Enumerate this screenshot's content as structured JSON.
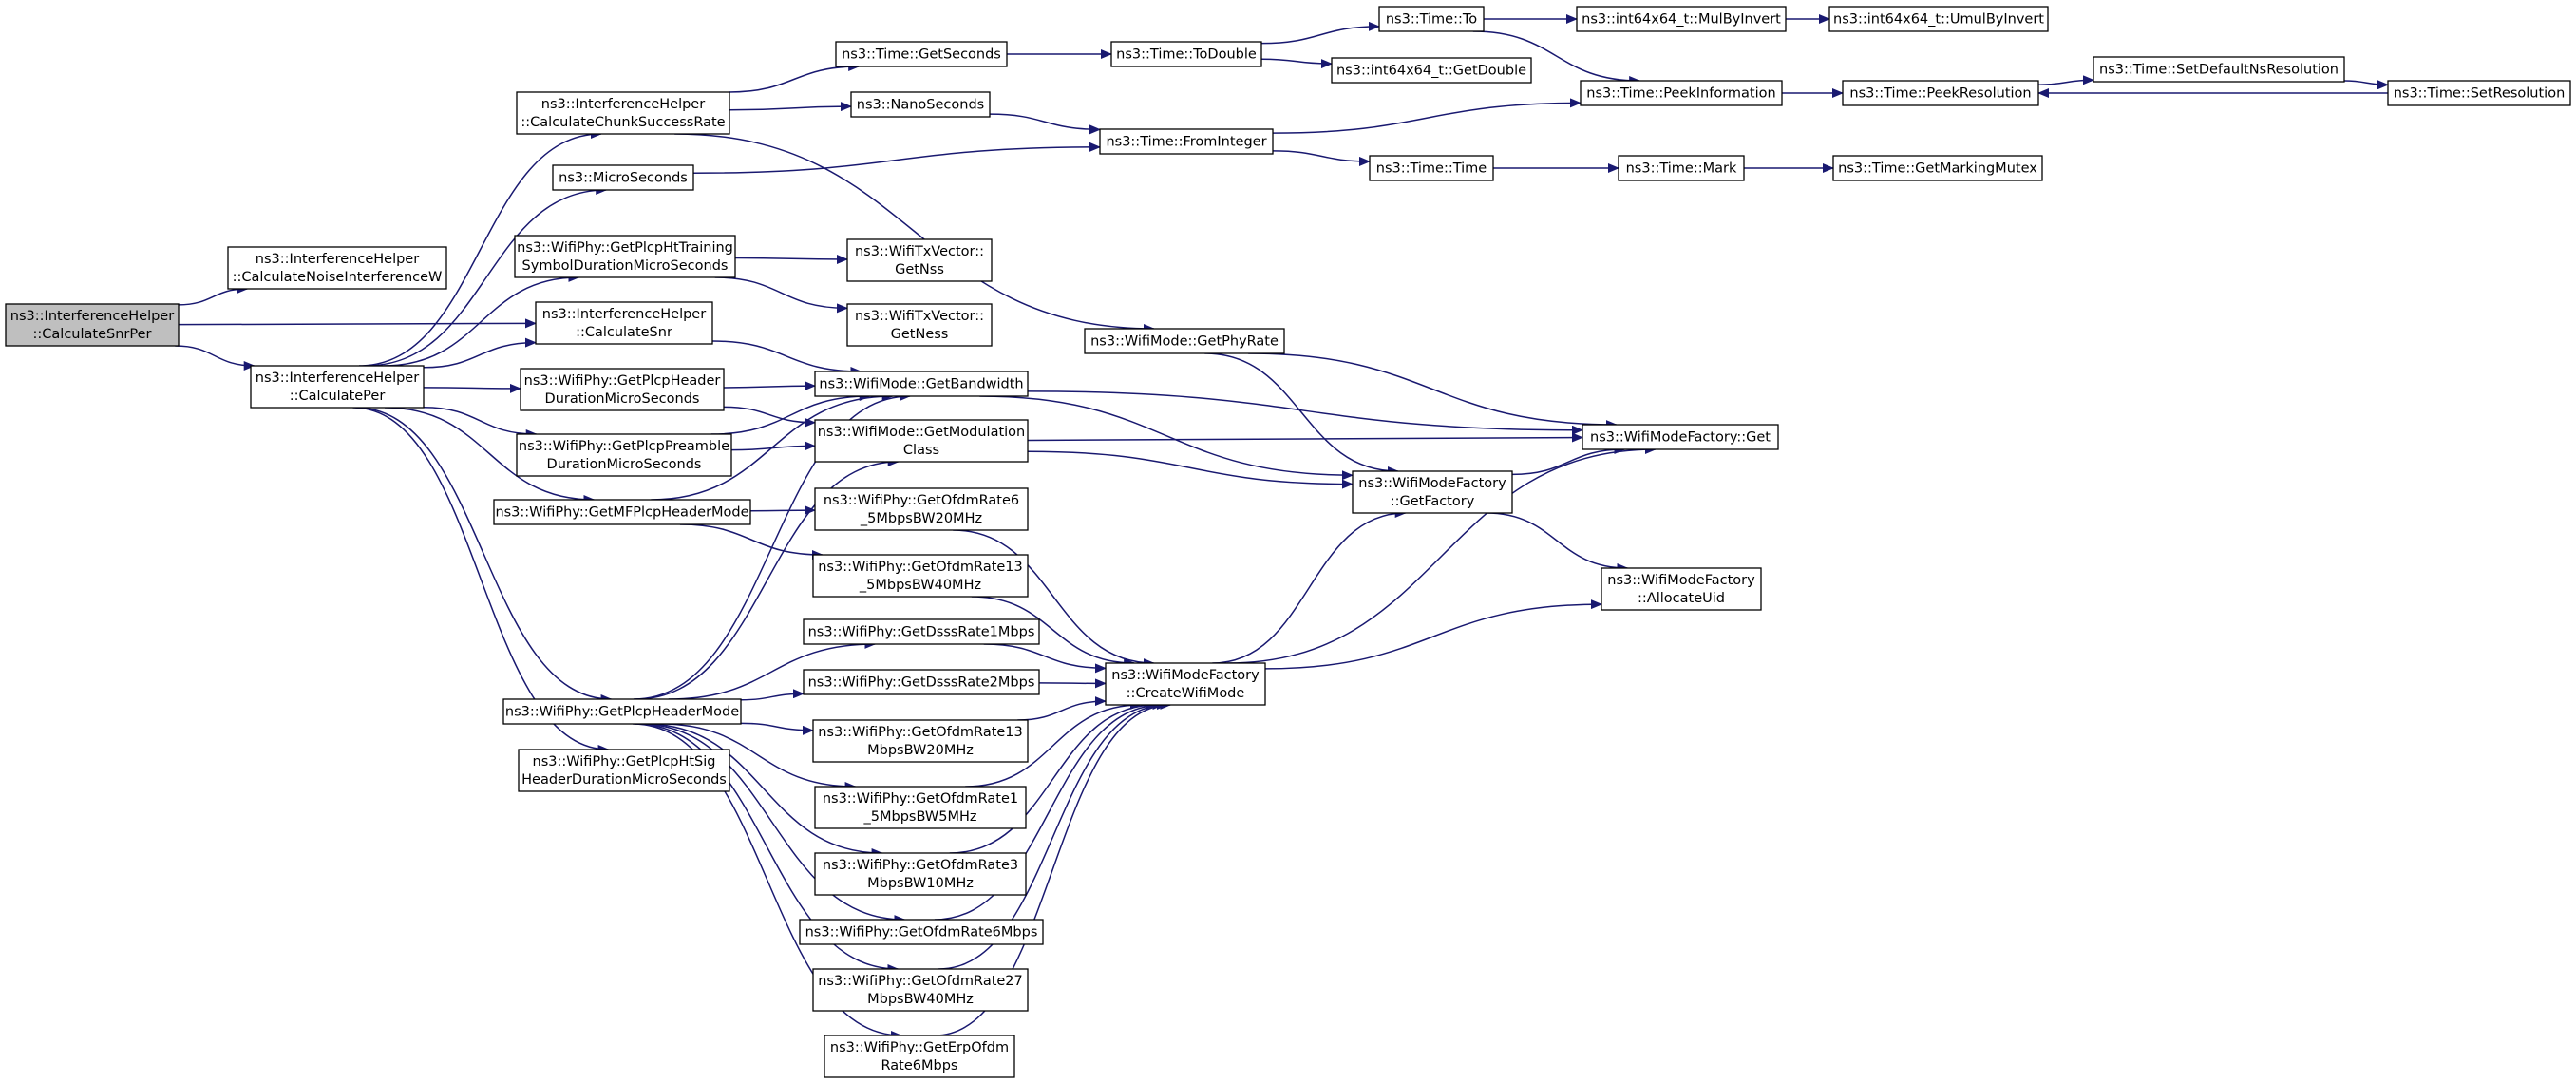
{
  "graph": {
    "edge_color": "#191970",
    "root_fill": "#bfbfbf",
    "nodes": [
      {
        "id": "calcSnrPer",
        "lines": [
          "ns3::InterferenceHelper",
          "::CalculateSnrPer"
        ],
        "root": true
      },
      {
        "id": "calcNoise",
        "lines": [
          "ns3::InterferenceHelper",
          "::CalculateNoiseInterferenceW"
        ]
      },
      {
        "id": "calcSnr",
        "lines": [
          "ns3::InterferenceHelper",
          "::CalculateSnr"
        ]
      },
      {
        "id": "calcPer",
        "lines": [
          "ns3::InterferenceHelper",
          "::CalculatePer"
        ]
      },
      {
        "id": "calcChunk",
        "lines": [
          "ns3::InterferenceHelper",
          "::CalculateChunkSuccessRate"
        ]
      },
      {
        "id": "microSec",
        "lines": [
          "ns3::MicroSeconds"
        ]
      },
      {
        "id": "htTraining",
        "lines": [
          "ns3::WifiPhy::GetPlcpHtTraining",
          "SymbolDurationMicroSeconds"
        ]
      },
      {
        "id": "plcpHeaderDur",
        "lines": [
          "ns3::WifiPhy::GetPlcpHeader",
          "DurationMicroSeconds"
        ]
      },
      {
        "id": "plcpPreambleDur",
        "lines": [
          "ns3::WifiPhy::GetPlcpPreamble",
          "DurationMicroSeconds"
        ]
      },
      {
        "id": "mfPlcpHeaderMode",
        "lines": [
          "ns3::WifiPhy::GetMFPlcpHeaderMode"
        ]
      },
      {
        "id": "plcpHeaderMode",
        "lines": [
          "ns3::WifiPhy::GetPlcpHeaderMode"
        ]
      },
      {
        "id": "htSigDur",
        "lines": [
          "ns3::WifiPhy::GetPlcpHtSig",
          "HeaderDurationMicroSeconds"
        ]
      },
      {
        "id": "getSeconds",
        "lines": [
          "ns3::Time::GetSeconds"
        ]
      },
      {
        "id": "nanoSec",
        "lines": [
          "ns3::NanoSeconds"
        ]
      },
      {
        "id": "getNss",
        "lines": [
          "ns3::WifiTxVector::",
          "GetNss"
        ]
      },
      {
        "id": "getNess",
        "lines": [
          "ns3::WifiTxVector::",
          "GetNess"
        ]
      },
      {
        "id": "getBandwidth",
        "lines": [
          "ns3::WifiMode::GetBandwidth"
        ]
      },
      {
        "id": "getModClass",
        "lines": [
          "ns3::WifiMode::GetModulation",
          "Class"
        ]
      },
      {
        "id": "ofdm65",
        "lines": [
          "ns3::WifiPhy::GetOfdmRate6",
          "_5MbpsBW20MHz"
        ]
      },
      {
        "id": "ofdm135",
        "lines": [
          "ns3::WifiPhy::GetOfdmRate13",
          "_5MbpsBW40MHz"
        ]
      },
      {
        "id": "dsss1",
        "lines": [
          "ns3::WifiPhy::GetDsssRate1Mbps"
        ]
      },
      {
        "id": "dsss2",
        "lines": [
          "ns3::WifiPhy::GetDsssRate2Mbps"
        ]
      },
      {
        "id": "ofdm13",
        "lines": [
          "ns3::WifiPhy::GetOfdmRate13",
          "MbpsBW20MHz"
        ]
      },
      {
        "id": "ofdm15",
        "lines": [
          "ns3::WifiPhy::GetOfdmRate1",
          "_5MbpsBW5MHz"
        ]
      },
      {
        "id": "ofdm3",
        "lines": [
          "ns3::WifiPhy::GetOfdmRate3",
          "MbpsBW10MHz"
        ]
      },
      {
        "id": "ofdm6",
        "lines": [
          "ns3::WifiPhy::GetOfdmRate6Mbps"
        ]
      },
      {
        "id": "ofdm27",
        "lines": [
          "ns3::WifiPhy::GetOfdmRate27",
          "MbpsBW40MHz"
        ]
      },
      {
        "id": "erp6",
        "lines": [
          "ns3::WifiPhy::GetErpOfdm",
          "Rate6Mbps"
        ]
      },
      {
        "id": "toDouble",
        "lines": [
          "ns3::Time::ToDouble"
        ]
      },
      {
        "id": "fromInteger",
        "lines": [
          "ns3::Time::FromInteger"
        ]
      },
      {
        "id": "getPhyRate",
        "lines": [
          "ns3::WifiMode::GetPhyRate"
        ]
      },
      {
        "id": "createWifiMode",
        "lines": [
          "ns3::WifiModeFactory",
          "::CreateWifiMode"
        ]
      },
      {
        "id": "timeTo",
        "lines": [
          "ns3::Time::To"
        ]
      },
      {
        "id": "int64GetDouble",
        "lines": [
          "ns3::int64x64_t::GetDouble"
        ]
      },
      {
        "id": "timeTime",
        "lines": [
          "ns3::Time::Time"
        ]
      },
      {
        "id": "getFactory",
        "lines": [
          "ns3::WifiModeFactory",
          "::GetFactory"
        ]
      },
      {
        "id": "mulByInvert",
        "lines": [
          "ns3::int64x64_t::MulByInvert"
        ]
      },
      {
        "id": "peekInfo",
        "lines": [
          "ns3::Time::PeekInformation"
        ]
      },
      {
        "id": "timeMark",
        "lines": [
          "ns3::Time::Mark"
        ]
      },
      {
        "id": "factoryGet",
        "lines": [
          "ns3::WifiModeFactory::Get"
        ]
      },
      {
        "id": "allocateUid",
        "lines": [
          "ns3::WifiModeFactory",
          "::AllocateUid"
        ]
      },
      {
        "id": "umulByInvert",
        "lines": [
          "ns3::int64x64_t::UmulByInvert"
        ]
      },
      {
        "id": "peekRes",
        "lines": [
          "ns3::Time::PeekResolution"
        ]
      },
      {
        "id": "getMarkingMutex",
        "lines": [
          "ns3::Time::GetMarkingMutex"
        ]
      },
      {
        "id": "setDefaultNsRes",
        "lines": [
          "ns3::Time::SetDefaultNsResolution"
        ]
      },
      {
        "id": "setRes",
        "lines": [
          "ns3::Time::SetResolution"
        ]
      }
    ],
    "edges": [
      [
        "calcSnrPer",
        "calcNoise"
      ],
      [
        "calcSnrPer",
        "calcSnr"
      ],
      [
        "calcSnrPer",
        "calcPer"
      ],
      [
        "calcPer",
        "calcChunk"
      ],
      [
        "calcPer",
        "microSec"
      ],
      [
        "calcPer",
        "htTraining"
      ],
      [
        "calcPer",
        "calcSnr"
      ],
      [
        "calcPer",
        "plcpHeaderDur"
      ],
      [
        "calcPer",
        "plcpPreambleDur"
      ],
      [
        "calcPer",
        "mfPlcpHeaderMode"
      ],
      [
        "calcPer",
        "plcpHeaderMode"
      ],
      [
        "calcPer",
        "htSigDur"
      ],
      [
        "calcChunk",
        "getSeconds"
      ],
      [
        "calcChunk",
        "nanoSec"
      ],
      [
        "calcChunk",
        "getPhyRate"
      ],
      [
        "microSec",
        "fromInteger"
      ],
      [
        "htTraining",
        "getNss"
      ],
      [
        "htTraining",
        "getNess"
      ],
      [
        "calcSnr",
        "getBandwidth"
      ],
      [
        "plcpHeaderDur",
        "getBandwidth"
      ],
      [
        "plcpHeaderDur",
        "getModClass"
      ],
      [
        "plcpPreambleDur",
        "getBandwidth"
      ],
      [
        "plcpPreambleDur",
        "getModClass"
      ],
      [
        "mfPlcpHeaderMode",
        "getBandwidth"
      ],
      [
        "mfPlcpHeaderMode",
        "ofdm65"
      ],
      [
        "mfPlcpHeaderMode",
        "ofdm135"
      ],
      [
        "plcpHeaderMode",
        "getBandwidth"
      ],
      [
        "plcpHeaderMode",
        "getModClass"
      ],
      [
        "plcpHeaderMode",
        "dsss1"
      ],
      [
        "plcpHeaderMode",
        "dsss2"
      ],
      [
        "plcpHeaderMode",
        "ofdm13"
      ],
      [
        "plcpHeaderMode",
        "ofdm15"
      ],
      [
        "plcpHeaderMode",
        "ofdm3"
      ],
      [
        "plcpHeaderMode",
        "ofdm6"
      ],
      [
        "plcpHeaderMode",
        "ofdm27"
      ],
      [
        "plcpHeaderMode",
        "erp6"
      ],
      [
        "getSeconds",
        "toDouble"
      ],
      [
        "nanoSec",
        "fromInteger"
      ],
      [
        "toDouble",
        "timeTo"
      ],
      [
        "toDouble",
        "int64GetDouble"
      ],
      [
        "fromInteger",
        "peekInfo"
      ],
      [
        "fromInteger",
        "timeTime"
      ],
      [
        "timeTo",
        "mulByInvert"
      ],
      [
        "timeTo",
        "peekInfo"
      ],
      [
        "mulByInvert",
        "umulByInvert"
      ],
      [
        "peekInfo",
        "peekRes"
      ],
      [
        "peekRes",
        "setDefaultNsRes"
      ],
      [
        "setDefaultNsRes",
        "setRes"
      ],
      [
        "setRes",
        "peekRes"
      ],
      [
        "timeTime",
        "timeMark"
      ],
      [
        "timeMark",
        "getMarkingMutex"
      ],
      [
        "getPhyRate",
        "factoryGet"
      ],
      [
        "getPhyRate",
        "getFactory"
      ],
      [
        "getBandwidth",
        "factoryGet"
      ],
      [
        "getBandwidth",
        "getFactory"
      ],
      [
        "getModClass",
        "factoryGet"
      ],
      [
        "getModClass",
        "getFactory"
      ],
      [
        "getFactory",
        "factoryGet"
      ],
      [
        "getFactory",
        "allocateUid"
      ],
      [
        "ofdm65",
        "createWifiMode"
      ],
      [
        "ofdm135",
        "createWifiMode"
      ],
      [
        "dsss1",
        "createWifiMode"
      ],
      [
        "dsss2",
        "createWifiMode"
      ],
      [
        "ofdm13",
        "createWifiMode"
      ],
      [
        "ofdm15",
        "createWifiMode"
      ],
      [
        "ofdm3",
        "createWifiMode"
      ],
      [
        "ofdm6",
        "createWifiMode"
      ],
      [
        "ofdm27",
        "createWifiMode"
      ],
      [
        "erp6",
        "createWifiMode"
      ],
      [
        "createWifiMode",
        "getFactory"
      ],
      [
        "createWifiMode",
        "factoryGet"
      ],
      [
        "createWifiMode",
        "allocateUid"
      ]
    ]
  }
}
